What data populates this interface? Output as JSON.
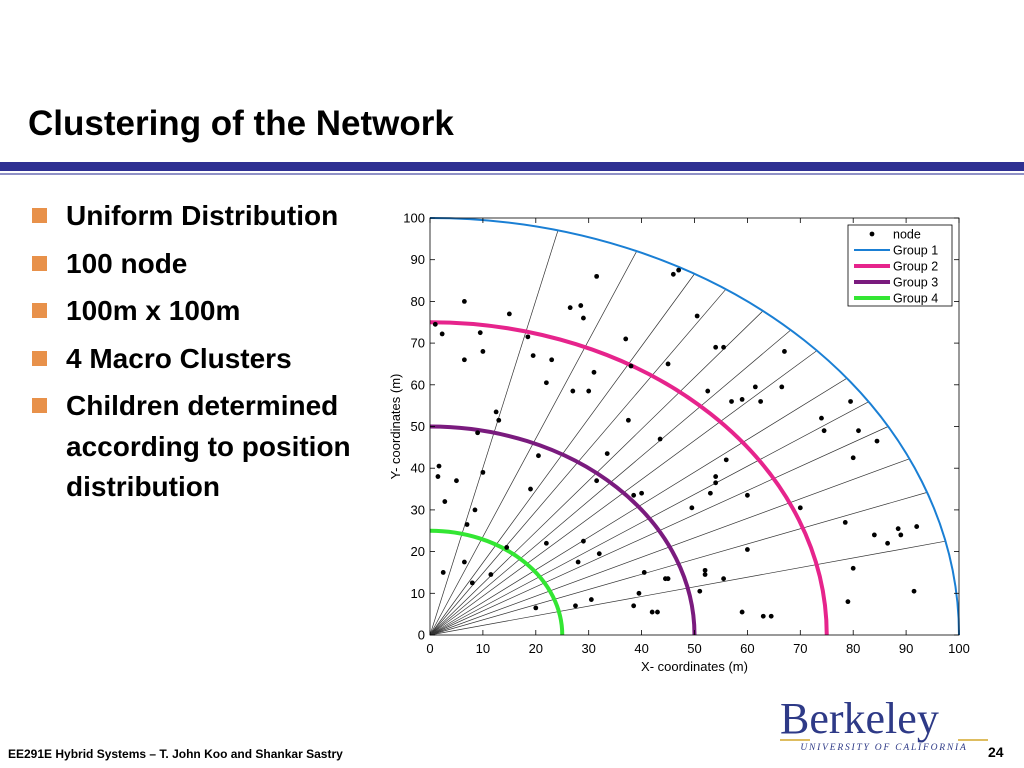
{
  "slide": {
    "title": "Clustering of the Network",
    "bullets": [
      "Uniform Distribution",
      "100 node",
      "100m x 100m",
      "4 Macro Clusters",
      "Children determined according to position distribution"
    ],
    "bullet_color": "#e8914a",
    "rule_color": "#2e3092",
    "footer": "EE291E Hybrid Systems – T. John Koo and Shankar Sastry",
    "page_number": "24",
    "logo": {
      "name": "Berkeley",
      "subtitle": "UNIVERSITY OF CALIFORNIA"
    }
  },
  "chart_data": {
    "type": "scatter",
    "xlabel": "X- coordinates (m)",
    "ylabel": "Y- coordinates (m)",
    "xlim": [
      0,
      100
    ],
    "ylim": [
      0,
      100
    ],
    "xticks": [
      0,
      10,
      20,
      30,
      40,
      50,
      60,
      70,
      80,
      90,
      100
    ],
    "yticks": [
      0,
      10,
      20,
      30,
      40,
      50,
      60,
      70,
      80,
      90,
      100
    ],
    "grid": false,
    "legend_position": "top-right",
    "legend": [
      {
        "label": "node",
        "kind": "marker",
        "color": "#000000"
      },
      {
        "label": "Group 1",
        "kind": "line",
        "color": "#1a7fd4"
      },
      {
        "label": "Group 2",
        "kind": "line",
        "color": "#e6248c"
      },
      {
        "label": "Group 3",
        "kind": "line",
        "color": "#7a1b7e"
      },
      {
        "label": "Group 4",
        "kind": "line",
        "color": "#33e633"
      }
    ],
    "arcs": [
      {
        "name": "Group 1",
        "radius": 100,
        "color": "#1a7fd4"
      },
      {
        "name": "Group 2",
        "radius": 75,
        "color": "#e6248c"
      },
      {
        "name": "Group 3",
        "radius": 50,
        "color": "#7a1b7e"
      },
      {
        "name": "Group 4",
        "radius": 25,
        "color": "#33e633"
      }
    ],
    "rays_deg": [
      13,
      20,
      25,
      30,
      34,
      38,
      43,
      47,
      51,
      56,
      60,
      67,
      76
    ],
    "series": [
      {
        "name": "node",
        "points": [
          [
            1,
            74.5
          ],
          [
            1.5,
            38
          ],
          [
            1.7,
            40.5
          ],
          [
            2.5,
            15
          ],
          [
            2.8,
            32
          ],
          [
            2.3,
            72.2
          ],
          [
            5,
            37
          ],
          [
            6.5,
            80
          ],
          [
            6.5,
            66
          ],
          [
            6.5,
            17.5
          ],
          [
            7,
            26.5
          ],
          [
            8,
            12.5
          ],
          [
            8.5,
            30
          ],
          [
            9,
            48.5
          ],
          [
            9.5,
            72.5
          ],
          [
            10,
            68
          ],
          [
            10,
            39
          ],
          [
            11.5,
            14.5
          ],
          [
            12.5,
            53.5
          ],
          [
            13,
            51.5
          ],
          [
            14.5,
            21
          ],
          [
            15,
            77
          ],
          [
            18.5,
            71.5
          ],
          [
            19.5,
            67
          ],
          [
            19,
            35
          ],
          [
            20,
            6.5
          ],
          [
            20.5,
            43
          ],
          [
            22,
            60.5
          ],
          [
            22,
            22
          ],
          [
            23,
            66
          ],
          [
            26.5,
            78.5
          ],
          [
            27,
            58.5
          ],
          [
            27.5,
            7
          ],
          [
            28,
            17.5
          ],
          [
            28.5,
            79
          ],
          [
            29,
            76
          ],
          [
            29,
            22.5
          ],
          [
            30,
            58.5
          ],
          [
            30.5,
            8.5
          ],
          [
            31,
            63
          ],
          [
            31.5,
            86
          ],
          [
            31.5,
            37
          ],
          [
            32,
            19.5
          ],
          [
            33.5,
            43.5
          ],
          [
            37,
            71
          ],
          [
            37.5,
            51.5
          ],
          [
            38,
            64.5
          ],
          [
            38.5,
            33.5
          ],
          [
            38.5,
            7
          ],
          [
            39.5,
            10
          ],
          [
            40,
            34
          ],
          [
            40.5,
            15
          ],
          [
            42,
            5.5
          ],
          [
            43,
            5.5
          ],
          [
            43.5,
            47
          ],
          [
            44.5,
            13.5
          ],
          [
            45,
            13.5
          ],
          [
            45,
            65
          ],
          [
            46,
            86.5
          ],
          [
            47,
            87.5
          ],
          [
            49.5,
            30.5
          ],
          [
            50.5,
            76.5
          ],
          [
            51,
            10.5
          ],
          [
            52,
            15.5
          ],
          [
            52,
            14.5
          ],
          [
            52.5,
            58.5
          ],
          [
            53,
            34
          ],
          [
            54,
            69
          ],
          [
            54,
            38
          ],
          [
            54,
            36.5
          ],
          [
            55.5,
            13.5
          ],
          [
            55.5,
            69
          ],
          [
            56,
            42
          ],
          [
            57,
            56
          ],
          [
            59,
            5.5
          ],
          [
            59,
            56.5
          ],
          [
            60,
            20.5
          ],
          [
            60,
            33.5
          ],
          [
            61.5,
            59.5
          ],
          [
            62.5,
            56
          ],
          [
            63,
            4.5
          ],
          [
            64.5,
            4.5
          ],
          [
            66.5,
            59.5
          ],
          [
            67,
            68
          ],
          [
            70,
            30.5
          ],
          [
            74,
            52
          ],
          [
            74.5,
            49
          ],
          [
            78.5,
            27
          ],
          [
            79,
            8
          ],
          [
            79.5,
            56
          ],
          [
            80,
            42.5
          ],
          [
            80,
            16
          ],
          [
            81,
            49
          ],
          [
            84,
            24
          ],
          [
            84.5,
            46.5
          ],
          [
            86.5,
            22
          ],
          [
            88.5,
            25.5
          ],
          [
            89,
            24
          ],
          [
            91.5,
            10.5
          ],
          [
            92,
            26
          ]
        ]
      }
    ]
  }
}
